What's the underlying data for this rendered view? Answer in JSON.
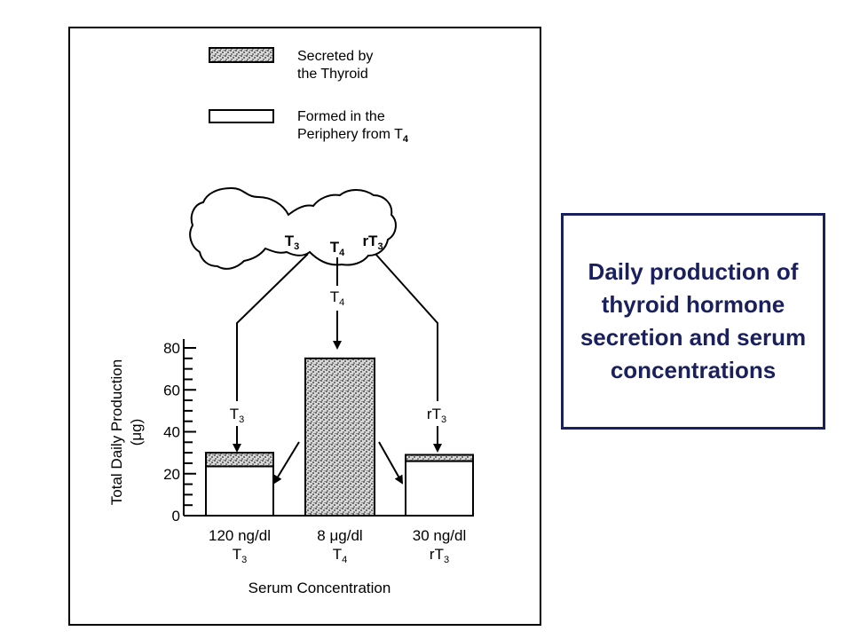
{
  "caption": "Daily production of thyroid hormone secretion and serum concentrations",
  "colors": {
    "caption_text": "#1a1f5e",
    "caption_border": "#1a1f5e",
    "secreted_fill": "stippled-dark",
    "formed_fill": "#ffffff"
  },
  "legend": {
    "secreted": {
      "line1": "Secreted by",
      "line2": "the Thyroid"
    },
    "formed": {
      "line1": "Formed in the",
      "line2": "Periphery from T",
      "line2_sub": "4"
    }
  },
  "gland_labels": {
    "t3": {
      "base": "T",
      "sub": "3"
    },
    "t4": {
      "base": "T",
      "sub": "4"
    },
    "rt3": {
      "base": "rT",
      "sub": "3"
    }
  },
  "arrow_labels": {
    "t3": {
      "base": "T",
      "sub": "3"
    },
    "t4": {
      "base": "T",
      "sub": "4"
    },
    "rt3": {
      "base": "rT",
      "sub": "3"
    }
  },
  "chart_data": {
    "type": "bar",
    "ylabel": "Total Daily Production",
    "ylabel_unit": "(μg)",
    "xlabel": "Serum Concentration",
    "ylim": [
      0,
      80
    ],
    "yticks": [
      "0",
      "20",
      "40",
      "60",
      "80"
    ],
    "categories": [
      {
        "line1": "120 ng/dl",
        "line2_base": "T",
        "line2_sub": "3"
      },
      {
        "line1": "8 μg/dl",
        "line2_base": "T",
        "line2_sub": "4"
      },
      {
        "line1": "30 ng/dl",
        "line2_base": "rT",
        "line2_sub": "3"
      }
    ],
    "series": [
      {
        "name": "Secreted by the Thyroid",
        "values": [
          6.5,
          75,
          3
        ]
      },
      {
        "name": "Formed in the Periphery from T4",
        "values": [
          23.5,
          0,
          26
        ]
      }
    ]
  }
}
